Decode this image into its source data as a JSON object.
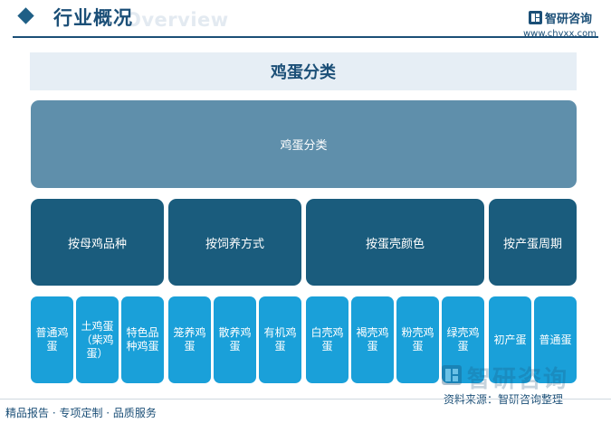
{
  "header": {
    "title": "行业概况",
    "subtitle_ghost": "Overview",
    "brand_name": "智研咨询",
    "brand_url": "www.chyxx.com"
  },
  "diagram": {
    "title": "鸡蛋分类",
    "root": "鸡蛋分类",
    "categories": [
      {
        "label": "按母鸡品种",
        "children": [
          "普通鸡蛋",
          "土鸡蛋（柴鸡蛋）",
          "特色品种鸡蛋"
        ]
      },
      {
        "label": "按饲养方式",
        "children": [
          "笼养鸡蛋",
          "散养鸡蛋",
          "有机鸡蛋"
        ]
      },
      {
        "label": "按蛋壳颜色",
        "children": [
          "白壳鸡蛋",
          "褐壳鸡蛋",
          "粉壳鸡蛋",
          "绿壳鸡蛋"
        ]
      },
      {
        "label": "按产蛋周期",
        "children": [
          "初产蛋",
          "普通蛋"
        ]
      }
    ]
  },
  "footer": {
    "left": "精品报告 · 专项定制 · 品质服务",
    "source": "资料来源：智研咨询整理",
    "watermark": "智研咨询"
  },
  "colors": {
    "primary": "#1b4f77",
    "root_box": "#5f8fab",
    "category_box": "#1a5c7d",
    "leaf_box": "#1aa0d9",
    "title_band": "#e6eef5"
  }
}
